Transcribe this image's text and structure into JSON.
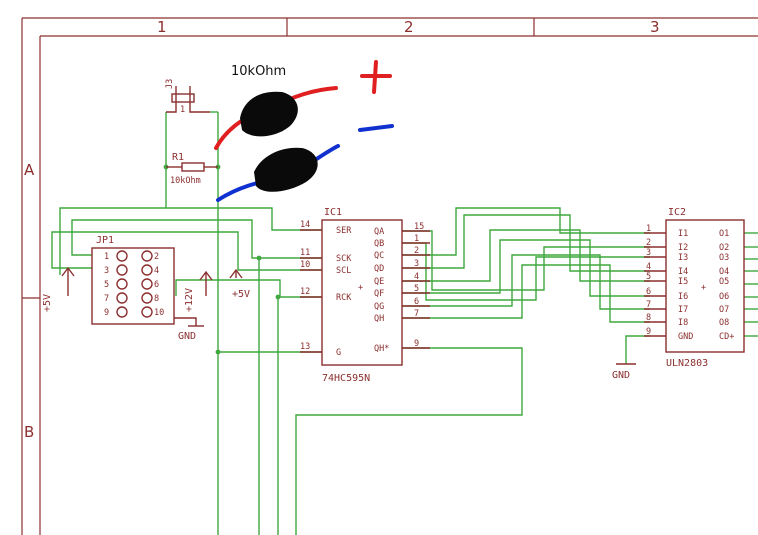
{
  "frame": {
    "columns": [
      "1",
      "2",
      "3"
    ],
    "rows": [
      "A",
      "B"
    ]
  },
  "annotation": {
    "resistor_note": "10kOhm",
    "plus_sign": "+",
    "minus_sign": "-",
    "colors": {
      "positive_wire": "#e02020",
      "negative_wire": "#1030d0",
      "sleeve": "#0a0a0a"
    }
  },
  "jumper": {
    "name": "JP1",
    "pins_left": [
      "1",
      "3",
      "5",
      "7",
      "9"
    ],
    "pins_right": [
      "2",
      "4",
      "6",
      "8",
      "10"
    ],
    "label_left": "+5V",
    "label_right": "+12V",
    "gnd": "GND"
  },
  "connector": {
    "name": "J3",
    "sub": "1"
  },
  "resistor": {
    "name": "R1",
    "value": "10kOhm"
  },
  "supply_mid": "+5V",
  "ic1": {
    "name": "IC1",
    "part": "74HC595N",
    "left_pins": [
      {
        "num": "14",
        "name": "SER"
      },
      {
        "num": "11",
        "name": "SCK"
      },
      {
        "num": "10",
        "name": "SCL"
      },
      {
        "num": "12",
        "name": "RCK"
      },
      {
        "num": "13",
        "name": "G"
      }
    ],
    "right_pins": [
      {
        "num": "15",
        "name": "QA"
      },
      {
        "num": "1",
        "name": "QB"
      },
      {
        "num": "2",
        "name": "QC"
      },
      {
        "num": "3",
        "name": "QD"
      },
      {
        "num": "4",
        "name": "QE"
      },
      {
        "num": "5",
        "name": "QF"
      },
      {
        "num": "6",
        "name": "QG"
      },
      {
        "num": "7",
        "name": "QH"
      },
      {
        "num": "9",
        "name": "QH*"
      }
    ]
  },
  "ic2": {
    "name": "IC2",
    "part": "ULN2803",
    "left_pins": [
      {
        "num": "1",
        "name": "I1"
      },
      {
        "num": "2",
        "name": "I2"
      },
      {
        "num": "3",
        "name": "I3"
      },
      {
        "num": "4",
        "name": "I4"
      },
      {
        "num": "5",
        "name": "I5"
      },
      {
        "num": "6",
        "name": "I6"
      },
      {
        "num": "7",
        "name": "I7"
      },
      {
        "num": "8",
        "name": "I8"
      },
      {
        "num": "9",
        "name": "GND"
      }
    ],
    "right_pins": [
      "O1",
      "O2",
      "O3",
      "O4",
      "O5",
      "O6",
      "O7",
      "O8",
      "CD+"
    ],
    "gnd": "GND"
  }
}
